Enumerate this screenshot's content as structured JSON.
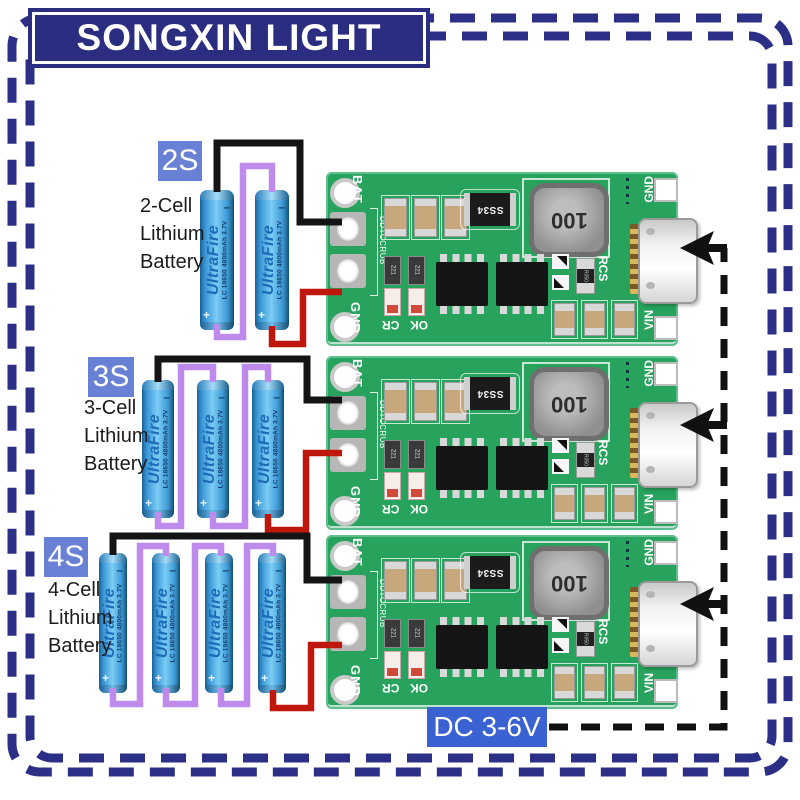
{
  "logo": {
    "text": "SONGXIN LIGHT"
  },
  "groups": [
    {
      "badge": "2S",
      "cells": 2,
      "caption_lines": [
        "2-Cell",
        "Lithium",
        "Battery"
      ]
    },
    {
      "badge": "3S",
      "cells": 3,
      "caption_lines": [
        "3-Cell",
        "Lithium",
        "Battery"
      ]
    },
    {
      "badge": "4S",
      "cells": 4,
      "caption_lines": [
        "4-Cell",
        "Lithium",
        "Battery"
      ]
    }
  ],
  "battery": {
    "brand": "UltraFire",
    "spec": "LC 18650 4800mAh 3.7V",
    "plus": "+",
    "minus": "–"
  },
  "board_labels": {
    "bat": "BAT",
    "gnd_left": "GND",
    "silk_name": "DDTCCRUB",
    "cr": "CR",
    "ok": "OK",
    "rcs": "RCS",
    "gnd_right": "GND",
    "vin": "VIN",
    "diode_marking": "SS34",
    "inductor_marking": "100",
    "resistor_marking": "221",
    "sense_resistor_marking": "R050"
  },
  "input_label": {
    "text": "DC 3-6V"
  },
  "colors": {
    "border_navy": "#2b3086",
    "logo_navy": "#2b2e80",
    "badge_blue": "#6981d5",
    "input_blue": "#3a62d2",
    "pcb_green": "#27a35e",
    "wire_black": "#141414",
    "wire_purple": "#be8bec",
    "wire_red": "#c0170c",
    "battery_blue": "#45a7e4"
  }
}
